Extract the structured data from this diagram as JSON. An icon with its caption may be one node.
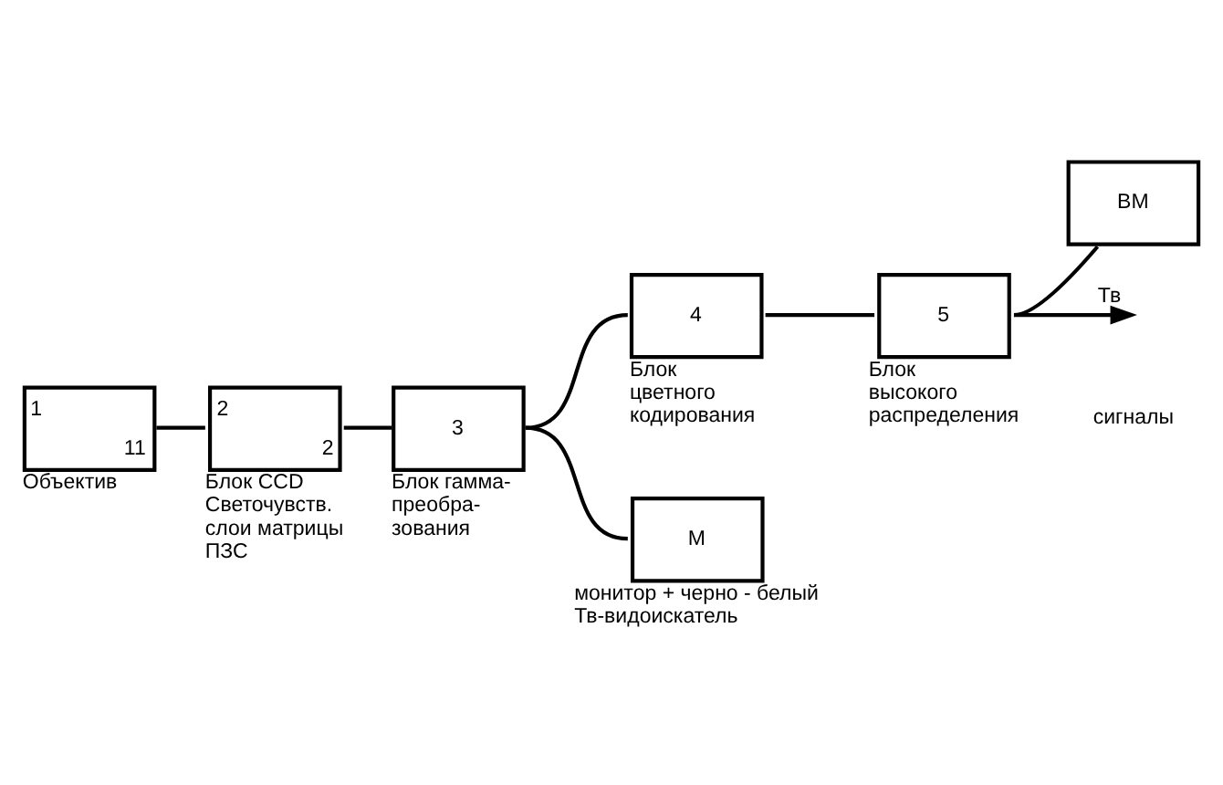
{
  "diagram": {
    "nodes": [
      {
        "text": [
          "1",
          "11"
        ],
        "beside": [
          "Объектив"
        ]
      },
      {
        "text": [
          "2",
          "2"
        ],
        "beside": [
          "Блок CCD Светочувств. слои матрицы ПЗС"
        ]
      },
      {
        "text": [
          "3"
        ],
        "beside": [
          "Блок гамма- преобра- зования"
        ]
      },
      {
        "text": [
          "4"
        ],
        "beside": [
          "Блок цветного кодирования"
        ]
      },
      {
        "text": [
          "5"
        ],
        "beside": [
          "Блок высокого распределения"
        ]
      },
      {
        "text": [
          "М"
        ],
        "beside": [
          "монитор + черно - белый Тв-видоискатель"
        ]
      },
      {
        "text": [
          "ВМ"
        ]
      }
    ],
    "edges": [
      {
        "from": 0,
        "to": 1,
        "arrow": "none"
      },
      {
        "from": 1,
        "to": 2,
        "arrow": "none"
      },
      {
        "from": 2,
        "to": 3,
        "arrow": "none"
      },
      {
        "from": 2,
        "to": 5,
        "arrow": "none"
      },
      {
        "from": 3,
        "to": 4,
        "arrow": "none"
      },
      {
        "from": 4,
        "to": null,
        "arrow": "to",
        "label": "Тв"
      },
      {
        "from": 4,
        "to": 6,
        "arrow": "none"
      }
    ],
    "labels": [
      "сигналы"
    ]
  }
}
